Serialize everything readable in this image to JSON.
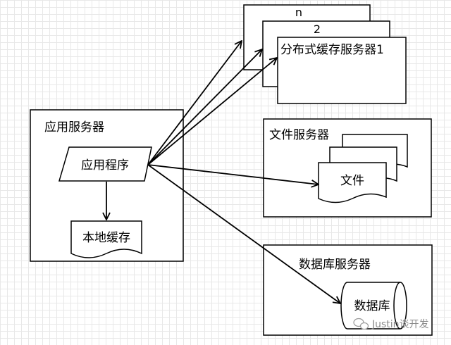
{
  "app_server": {
    "title": "应用服务器",
    "program": "应用程序",
    "local_cache": "本地缓存"
  },
  "cache_cluster": {
    "labels": [
      "n",
      "2",
      "分布式缓存服务器1"
    ]
  },
  "file_server": {
    "title": "文件服务器",
    "file": "文件"
  },
  "db_server": {
    "title": "数据库服务器",
    "database": "数据库"
  },
  "watermark": {
    "text": "Justin谈开发"
  }
}
